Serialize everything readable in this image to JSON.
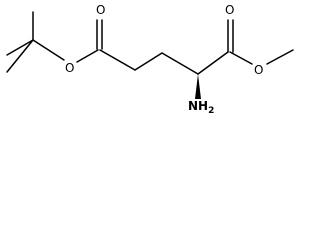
{
  "molecule": {
    "atoms": {
      "o_ester_tbu": "O",
      "o_carbonyl_left": "O",
      "o_carbonyl_right": "O",
      "o_ester_methyl": "O",
      "amine": "NH2",
      "amine_main": "NH",
      "amine_sub": "2"
    },
    "stereo": "wedge",
    "color": "#000000"
  }
}
